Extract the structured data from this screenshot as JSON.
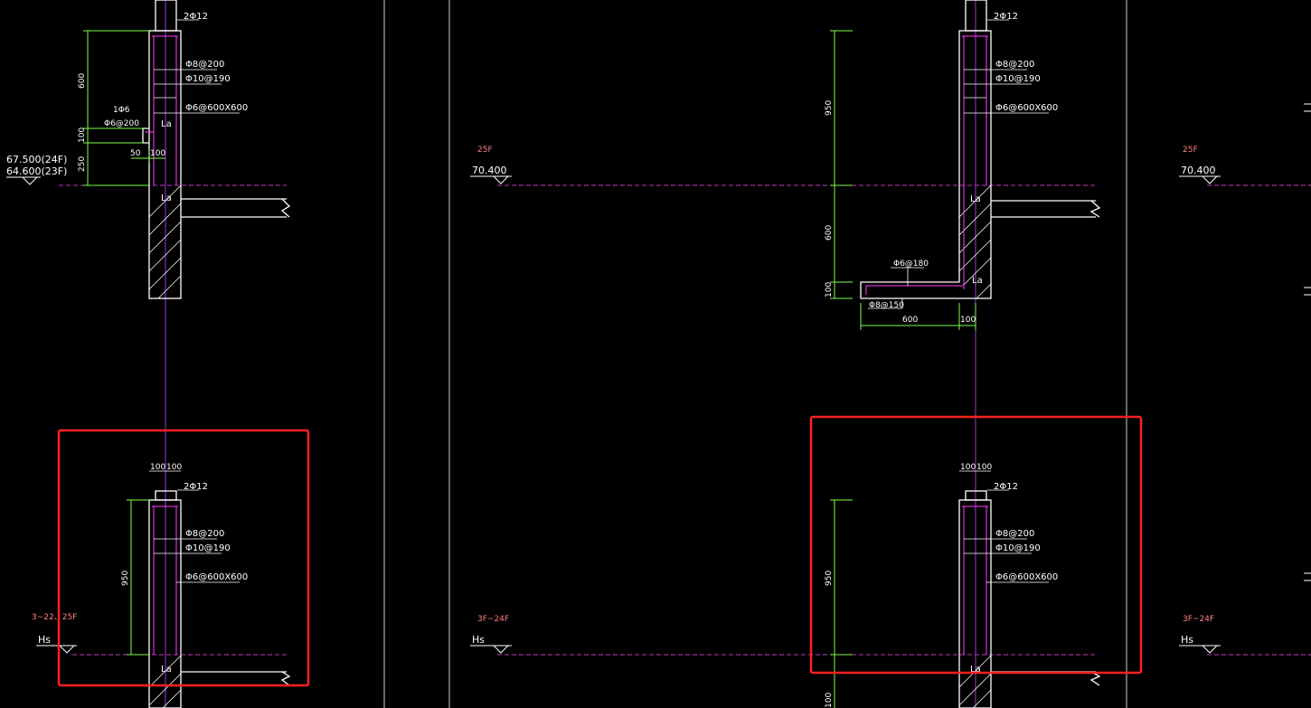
{
  "colors": {
    "background": "#000000",
    "structure": "#ffffff",
    "dimension": "#7dff4a",
    "rebar": "#ff3cff",
    "level_line": "#c03cc0",
    "axis": "#9b3dd0",
    "note": "#ff8080",
    "selection": "#ff2020"
  },
  "left_detail": {
    "top_rebar": "2Φ12",
    "rebar_1": "Φ8@200",
    "rebar_2": "Φ10@190",
    "rebar_3": "Φ6@600X600",
    "dim_600": "600",
    "dim_100": "100",
    "dim_250": "250",
    "dim_50": "50",
    "dim_100b": "100",
    "corbel_rebar_1": "1Φ6",
    "corbel_rebar_2": "Φ6@200",
    "anchor_1": "La",
    "anchor_2": "La",
    "level_1": "67.500(24F)",
    "level_2": "64.600(23F)"
  },
  "left_bottom_detail": {
    "dim_top_1": "100",
    "dim_top_2": "100",
    "top_rebar": "2Φ12",
    "rebar_1": "Φ8@200",
    "rebar_2": "Φ10@190",
    "rebar_3": "Φ6@600X600",
    "height": "950",
    "floors": "3~22、25F",
    "level": "Hs",
    "anchor": "La"
  },
  "middle_markers": {
    "floor_top": "25F",
    "level_top": "70.400",
    "floor_bottom": "3F~24F",
    "level_bottom": "Hs"
  },
  "right_detail": {
    "top_rebar": "2Φ12",
    "rebar_1": "Φ8@200",
    "rebar_2": "Φ10@190",
    "rebar_3": "Φ6@600X600",
    "height_950": "950",
    "height_600": "600",
    "height_100": "100",
    "slab_rebar_1": "Φ6@180",
    "slab_rebar_2": "Φ8@150",
    "width_600": "600",
    "width_100": "100",
    "anchor_1": "La",
    "anchor_2": "La"
  },
  "right_bottom_detail": {
    "dim_top_1": "100",
    "dim_top_2": "100",
    "top_rebar": "2Φ12",
    "rebar_1": "Φ8@200",
    "rebar_2": "Φ10@190",
    "rebar_3": "Φ6@600X600",
    "height": "950",
    "height_bottom": "100",
    "anchor": "La"
  },
  "far_right_markers": {
    "floor_top": "25F",
    "level_top": "70.400",
    "floor_bottom": "3F~24F",
    "level_bottom": "Hs"
  }
}
